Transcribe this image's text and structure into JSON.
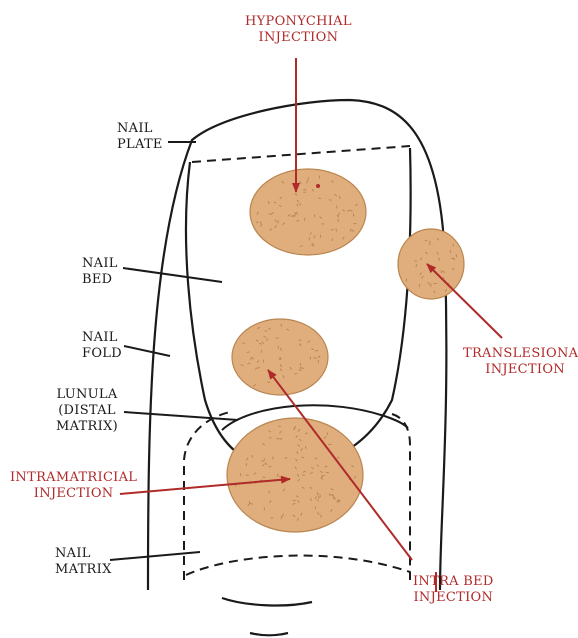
{
  "colors": {
    "outline": "#1a1a1a",
    "lesion_fill": "#dfae7c",
    "lesion_stroke": "#b98550",
    "lesion_speckle": "#b5824f",
    "arrow_red": "#b02a2a",
    "background": "#ffffff"
  },
  "labels": {
    "nail_plate": [
      "NAIL",
      "PLATE"
    ],
    "nail_bed": [
      "NAIL",
      "BED"
    ],
    "nail_fold": [
      "NAIL",
      "FOLD"
    ],
    "lunula": [
      "LUNULA",
      "(DISTAL",
      "MATRIX)"
    ],
    "nail_matrix": [
      "NAIL",
      "MATRIX"
    ]
  },
  "injections": {
    "hyponychial": [
      "HYPONYCHIAL",
      "INJECTION"
    ],
    "translesional": [
      "TRANSLESIONAL",
      "INJECTION"
    ],
    "intramatricial": [
      "INTRAMATRICIAL",
      "INJECTION"
    ],
    "intra_bed": [
      "INTRA BED",
      "INJECTION"
    ]
  }
}
